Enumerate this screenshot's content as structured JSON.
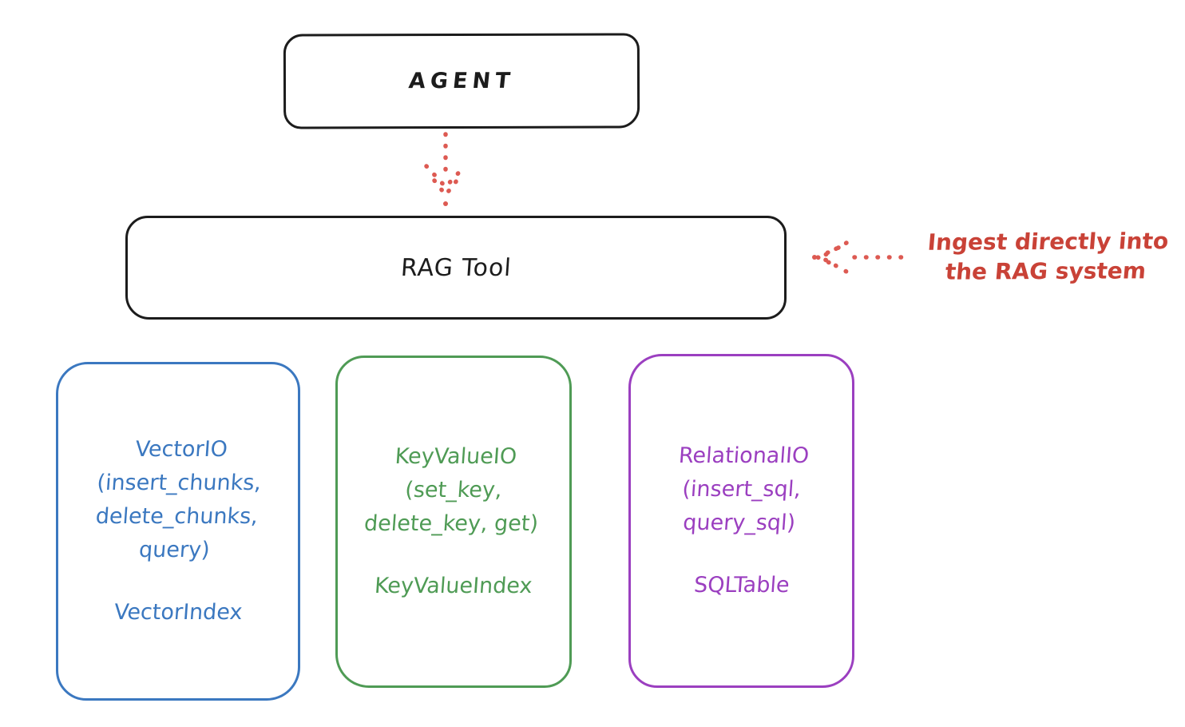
{
  "diagram": {
    "agent": {
      "label": "AGENT"
    },
    "rag_tool": {
      "label": "RAG Tool"
    },
    "annotation": {
      "line1": "Ingest directly into",
      "line2": "the RAG system"
    },
    "backends": [
      {
        "id": "vector-io",
        "lines": [
          "VectorIO",
          "(insert_chunks,",
          "delete_chunks,",
          "query)"
        ],
        "index": "VectorIndex",
        "color": "#3b78c0"
      },
      {
        "id": "keyvalue-io",
        "lines": [
          "KeyValueIO",
          "(set_key,",
          "delete_key, get)"
        ],
        "index": "KeyValueIndex",
        "color": "#4f9b55"
      },
      {
        "id": "relational-io",
        "lines": [
          "RelationalIO",
          "(insert_sql,",
          "query_sql)"
        ],
        "index": "SQLTable",
        "color": "#9b3fc0"
      }
    ],
    "colors": {
      "ink": "#1c1c1c",
      "annotation_red": "#c94237",
      "arrow_red": "#dd5a52",
      "background": "#ffffff"
    }
  }
}
